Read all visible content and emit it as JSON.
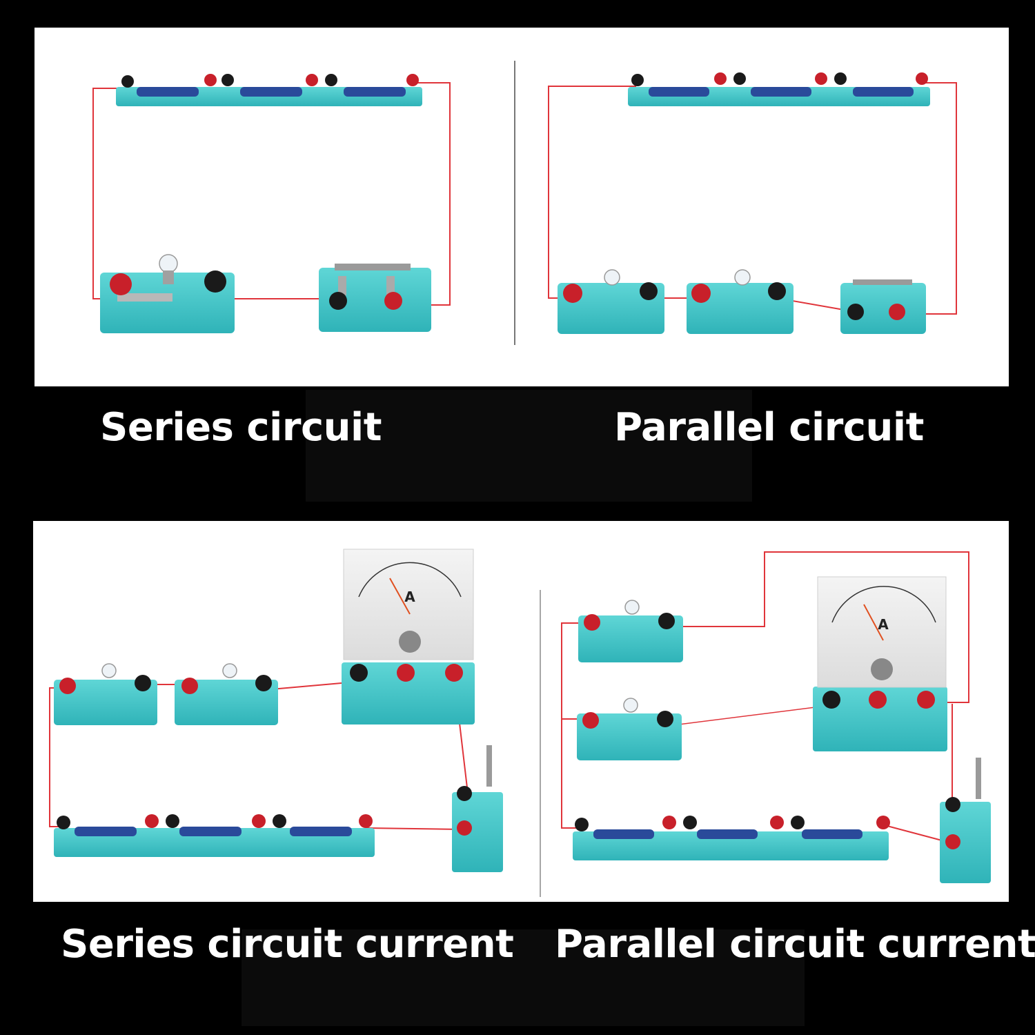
{
  "captions": {
    "series": "Series circuit",
    "parallel": "Parallel circuit",
    "series_current": "Series circuit current",
    "parallel_current": "Parallel circuit current"
  },
  "meter": {
    "unit": "A"
  },
  "colors": {
    "background": "#000000",
    "panel": "#ffffff",
    "base": "#3fc7c9",
    "wire": "#e0343a",
    "terminal_red": "#c8202a",
    "terminal_black": "#1a1a1a"
  }
}
